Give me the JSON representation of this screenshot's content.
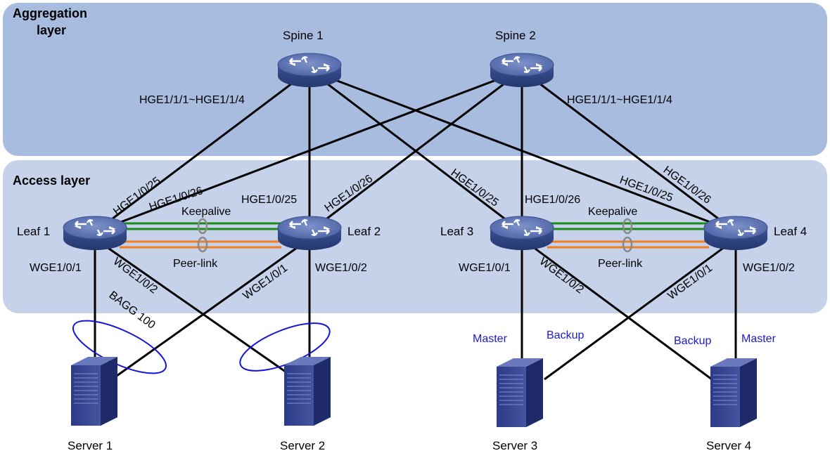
{
  "layers": {
    "aggregation": {
      "title_line1": "Aggregation",
      "title_line2": "layer"
    },
    "access": {
      "title": "Access layer"
    }
  },
  "devices": {
    "spine1": "Spine 1",
    "spine2": "Spine 2",
    "leaf1": "Leaf 1",
    "leaf2": "Leaf 2",
    "leaf3": "Leaf 3",
    "leaf4": "Leaf 4",
    "server1": "Server 1",
    "server2": "Server 2",
    "server3": "Server 3",
    "server4": "Server 4"
  },
  "ports": {
    "spine1_range": "HGE1/1/1~HGE1/1/4",
    "spine2_range": "HGE1/1/1~HGE1/1/4",
    "leaf1_up1": "HGE1/0/25",
    "leaf1_up2": "HGE1/0/26",
    "leaf2_up1": "HGE1/0/25",
    "leaf2_up2": "HGE1/0/26",
    "leaf3_up1": "HGE1/0/25",
    "leaf3_up2": "HGE1/0/26",
    "leaf4_up1": "HGE1/0/25",
    "leaf4_up2": "HGE1/0/26",
    "leaf1_down1": "WGE1/0/1",
    "leaf1_down2": "WGE1/0/2",
    "leaf2_down1": "WGE1/0/1",
    "leaf2_down2": "WGE1/0/2",
    "leaf3_down1": "WGE1/0/1",
    "leaf3_down2": "WGE1/0/2",
    "leaf4_down1": "WGE1/0/1",
    "leaf4_down2": "WGE1/0/2"
  },
  "links": {
    "keepalive_left": "Keepalive",
    "peerlink_left": "Peer-link",
    "keepalive_right": "Keepalive",
    "peerlink_right": "Peer-link",
    "bagg": "BAGG 100"
  },
  "roles": {
    "server3_master": "Master",
    "server3_backup": "Backup",
    "server4_backup": "Backup",
    "server4_master": "Master"
  },
  "colors": {
    "aggregation_band": "#a7bcdf",
    "access_band": "#c5d2ea",
    "keepalive_link": "#1b8a1b",
    "peer_link": "#f07d20",
    "role_text": "#1a1ad0",
    "bagg_ellipse": "#1515d8"
  }
}
